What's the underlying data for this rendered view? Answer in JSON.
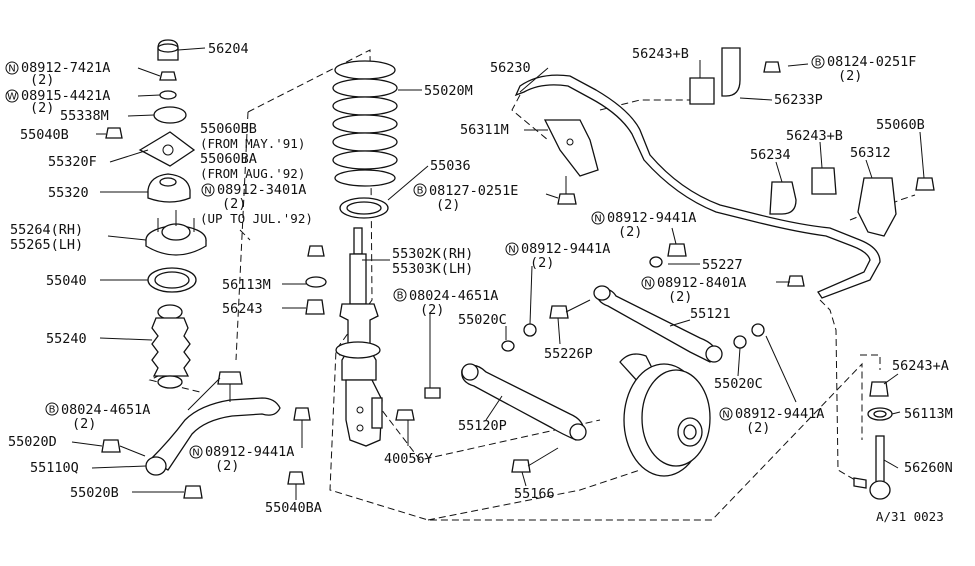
{
  "diagram_id": "A/31 0023",
  "labels": {
    "l56204": "56204",
    "l08912_7421a": "08912-7421A",
    "l08912_7421a_q": "(2)",
    "l08915_4421a": "08915-4421A",
    "l08915_4421a_q": "(2)",
    "l55338m": "55338M",
    "l55040b": "55040B",
    "l55320f": "55320F",
    "l55320": "55320",
    "l55264": "55264(RH)",
    "l55265": "55265(LH)",
    "l55040": "55040",
    "l55240": "55240",
    "l55060bb": "55060BB",
    "l55060bb_note": "(FROM MAY.'91)",
    "l55060ba": "55060BA",
    "l55060ba_note": "(FROM AUG.'92)",
    "l08912_3401a": "08912-3401A",
    "l08912_3401a_q": "(2)",
    "l08912_3401a_note": "(UP TO JUL.'92)",
    "l55020m": "55020M",
    "l55036": "55036",
    "l55302k": "55302K(RH)",
    "l55303k": "55303K(LH)",
    "l56113m_a": "56113M",
    "l56243_a": "56243",
    "l08024_4651a_a": "08024-4651A",
    "l08024_4651a_a_q": "(2)",
    "l08024_4651a_b": "08024-4651A",
    "l08024_4651a_b_q": "(2)",
    "l55020d": "55020D",
    "l55110q": "55110Q",
    "l55020b": "55020B",
    "l08912_9441a_a": "08912-9441A",
    "l08912_9441a_a_q": "(2)",
    "l55040ba": "55040BA",
    "l40056y": "40056Y",
    "l56230": "56230",
    "l56311m": "56311M",
    "l08127_0251e": "08127-0251E",
    "l08127_0251e_q": "(2)",
    "l56243b_a": "56243+B",
    "l08124_0251f": "08124-0251F",
    "l08124_0251f_q": "(2)",
    "l56233p": "56233P",
    "l56243b_b": "56243+B",
    "l56234": "56234",
    "l56312": "56312",
    "l55060b": "55060B",
    "l08912_9441a_b": "08912-9441A",
    "l08912_9441a_b_q": "(2)",
    "l08912_9441a_c": "08912-9441A",
    "l08912_9441a_c_q": "(2)",
    "l55227": "55227",
    "l08912_8401a": "08912-8401A",
    "l08912_8401a_q": "(2)",
    "l55020c_a": "55020C",
    "l55226p": "55226P",
    "l55121": "55121",
    "l55020c_b": "55020C",
    "l08912_9441a_d": "08912-9441A",
    "l08912_9441a_d_q": "(2)",
    "l55120p": "55120P",
    "l55166": "55166",
    "l56243a": "56243+A",
    "l56113m_b": "56113M",
    "l56260n": "56260N"
  },
  "prefixes": {
    "n": "N",
    "w": "W",
    "b": "B"
  }
}
